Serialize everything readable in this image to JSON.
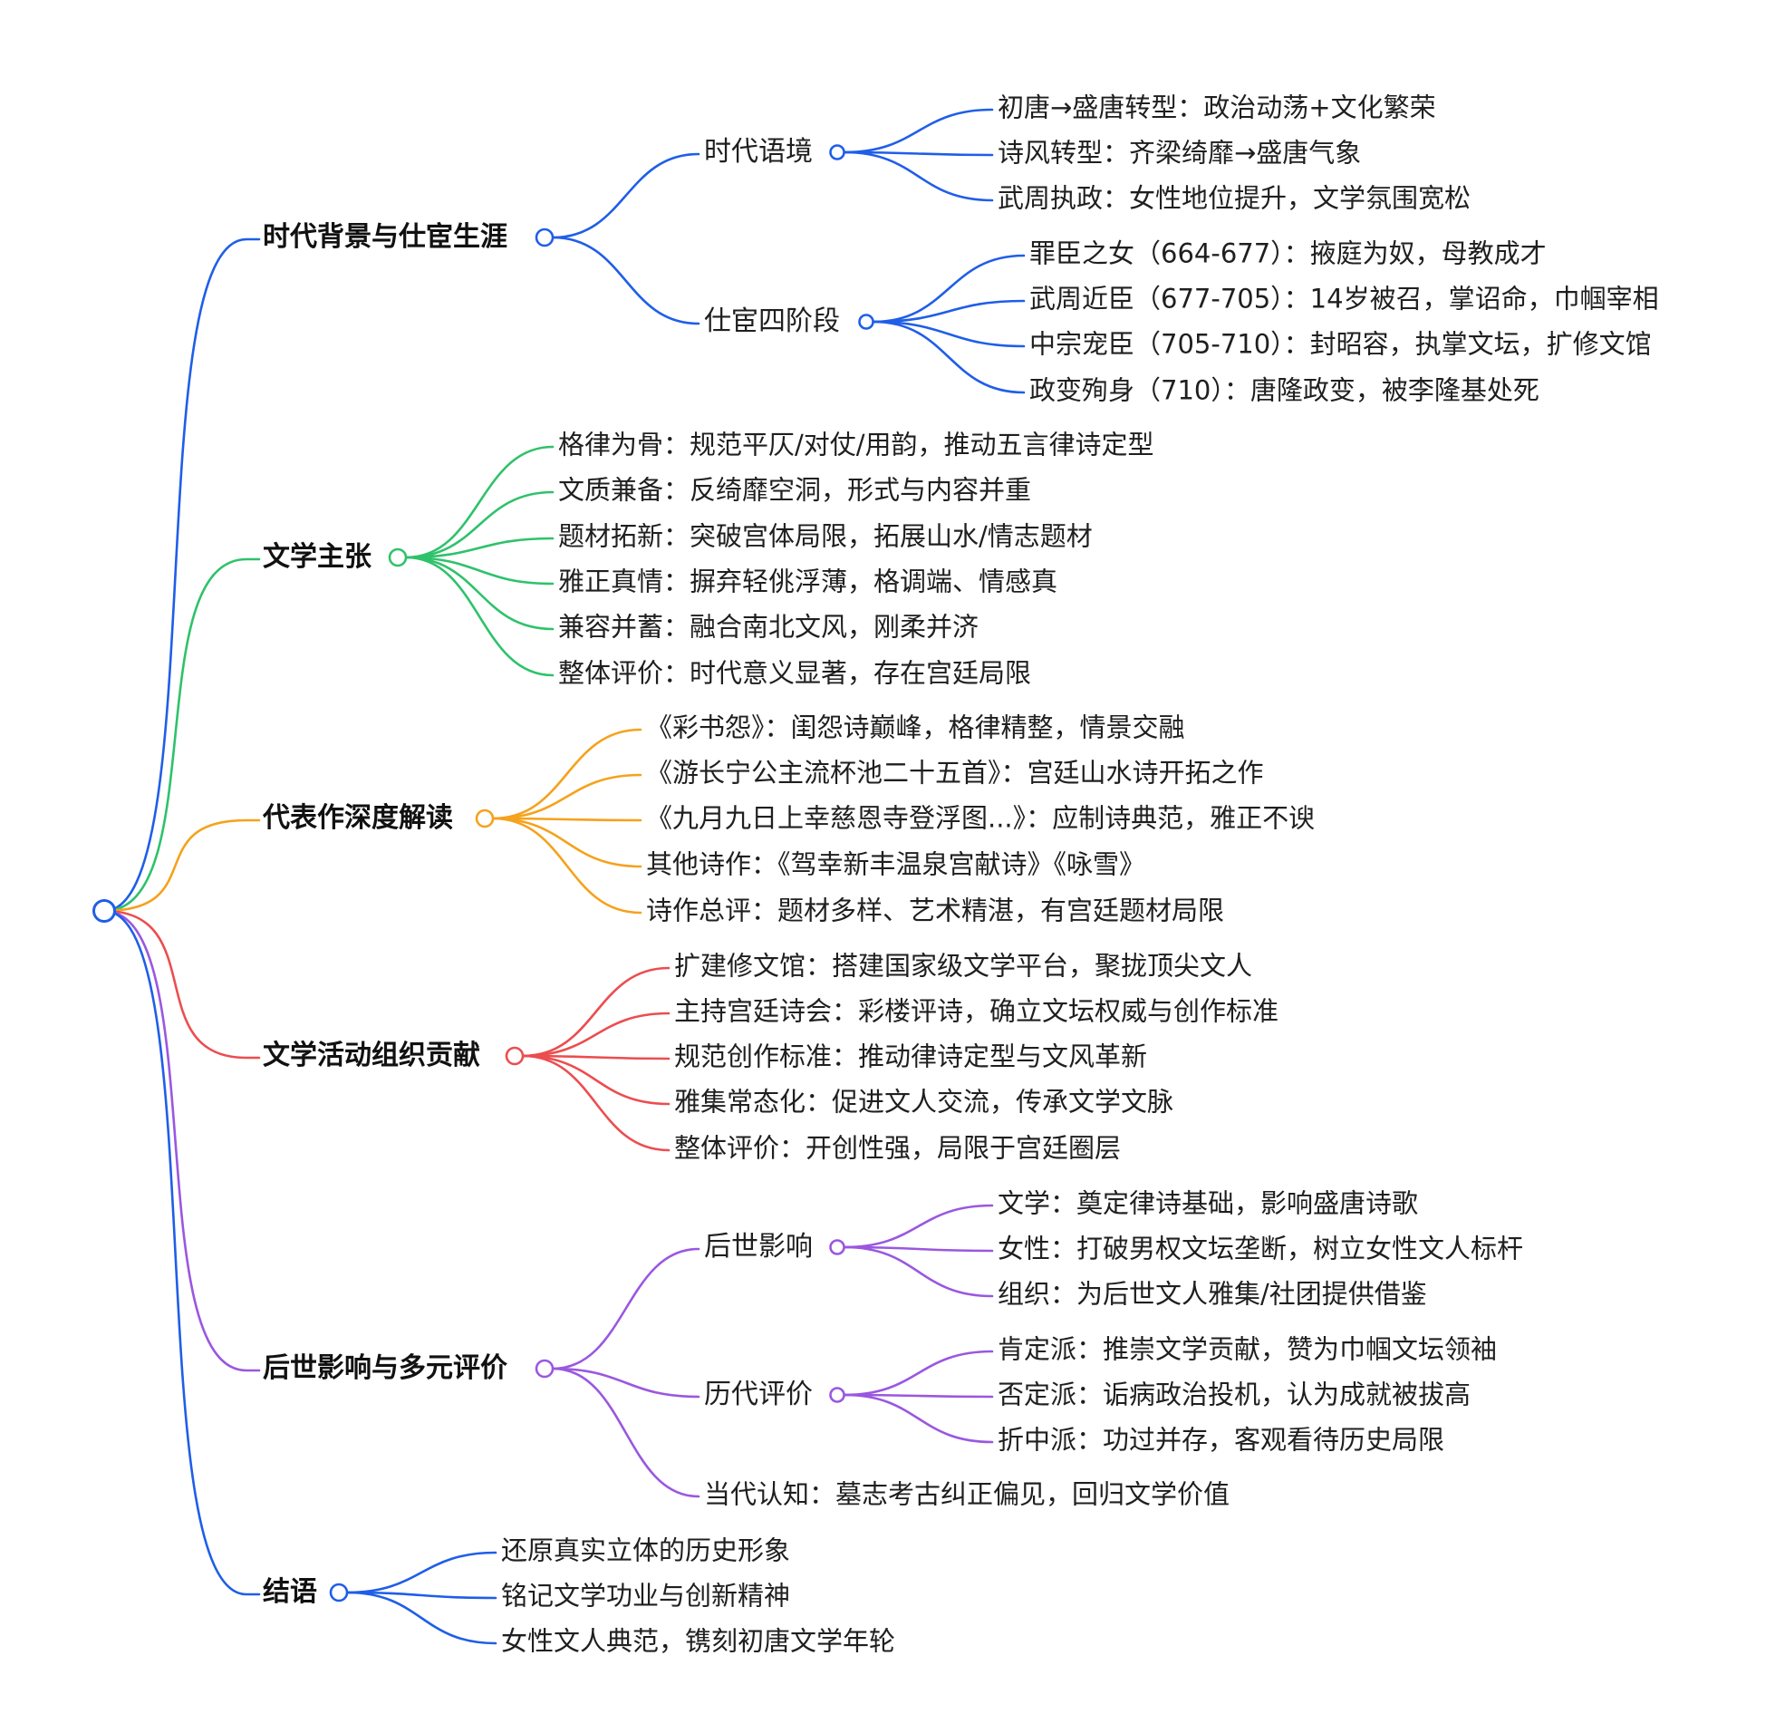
{
  "colors": {
    "blue": "#1f5ee8",
    "green": "#2ec26a",
    "orange": "#f5a21c",
    "red": "#ec4d4f",
    "purple": "#9a57e0",
    "text": "#1f1f1f"
  },
  "mindmap": {
    "root": {
      "label": ""
    },
    "branches": [
      {
        "label": "时代背景与仕宦生涯",
        "color": "blue",
        "children": [
          {
            "label": "时代语境",
            "children": [
              {
                "label": "初唐→盛唐转型：政治动荡+文化繁荣"
              },
              {
                "label": "诗风转型：齐梁绮靡→盛唐气象"
              },
              {
                "label": "武周执政：女性地位提升，文学氛围宽松"
              }
            ]
          },
          {
            "label": "仕宦四阶段",
            "children": [
              {
                "label": "罪臣之女（664-677）：掖庭为奴，母教成才"
              },
              {
                "label": "武周近臣（677-705）：14岁被召，掌诏命，巾帼宰相"
              },
              {
                "label": "中宗宠臣（705-710）：封昭容，执掌文坛，扩修文馆"
              },
              {
                "label": "政变殉身（710）：唐隆政变，被李隆基处死"
              }
            ]
          }
        ]
      },
      {
        "label": "文学主张",
        "color": "green",
        "children": [
          {
            "label": "格律为骨：规范平仄/对仗/用韵，推动五言律诗定型"
          },
          {
            "label": "文质兼备：反绮靡空洞，形式与内容并重"
          },
          {
            "label": "题材拓新：突破宫体局限，拓展山水/情志题材"
          },
          {
            "label": "雅正真情：摒弃轻佻浮薄，格调端、情感真"
          },
          {
            "label": "兼容并蓄：融合南北文风，刚柔并济"
          },
          {
            "label": "整体评价：时代意义显著，存在宫廷局限"
          }
        ]
      },
      {
        "label": "代表作深度解读",
        "color": "orange",
        "children": [
          {
            "label": "《彩书怨》：闺怨诗巅峰，格律精整，情景交融"
          },
          {
            "label": "《游长宁公主流杯池二十五首》：宫廷山水诗开拓之作"
          },
          {
            "label": "《九月九日上幸慈恩寺登浮图...》：应制诗典范，雅正不谀"
          },
          {
            "label": "其他诗作：《驾幸新丰温泉宫献诗》《咏雪》"
          },
          {
            "label": "诗作总评：题材多样、艺术精湛，有宫廷题材局限"
          }
        ]
      },
      {
        "label": "文学活动组织贡献",
        "color": "red",
        "children": [
          {
            "label": "扩建修文馆：搭建国家级文学平台，聚拢顶尖文人"
          },
          {
            "label": "主持宫廷诗会：彩楼评诗，确立文坛权威与创作标准"
          },
          {
            "label": "规范创作标准：推动律诗定型与文风革新"
          },
          {
            "label": "雅集常态化：促进文人交流，传承文学文脉"
          },
          {
            "label": "整体评价：开创性强，局限于宫廷圈层"
          }
        ]
      },
      {
        "label": "后世影响与多元评价",
        "color": "purple",
        "children": [
          {
            "label": "后世影响",
            "children": [
              {
                "label": "文学：奠定律诗基础，影响盛唐诗歌"
              },
              {
                "label": "女性：打破男权文坛垄断，树立女性文人标杆"
              },
              {
                "label": "组织：为后世文人雅集/社团提供借鉴"
              }
            ]
          },
          {
            "label": "历代评价",
            "children": [
              {
                "label": "肯定派：推崇文学贡献，赞为巾帼文坛领袖"
              },
              {
                "label": "否定派：诟病政治投机，认为成就被拔高"
              },
              {
                "label": "折中派：功过并存，客观看待历史局限"
              }
            ]
          },
          {
            "label": "当代认知：墓志考古纠正偏见，回归文学价值"
          }
        ]
      },
      {
        "label": "结语",
        "color": "blue",
        "children": [
          {
            "label": "还原真实立体的历史形象"
          },
          {
            "label": "铭记文学功业与创新精神"
          },
          {
            "label": "女性文人典范，镌刻初唐文学年轮"
          }
        ]
      }
    ]
  }
}
